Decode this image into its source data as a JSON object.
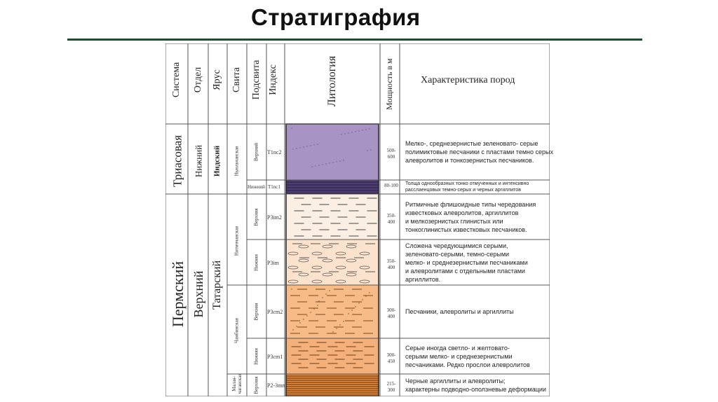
{
  "title": "Стратиграфия",
  "header": {
    "system": "Система",
    "division": "Отдел",
    "stage": "Ярус",
    "suite": "Свита",
    "subsuite": "Подсвита",
    "index": "Индекс",
    "lithology": "Литология",
    "thickness": "Мощность в м",
    "characteristic": "Характеристика пород"
  },
  "systems": [
    "Триасовая",
    "Пермский"
  ],
  "divisions": [
    "Нижний",
    "Верхний"
  ],
  "stages": [
    "Индский",
    "Татарский"
  ],
  "suites": [
    "Ньюльчанская",
    "Нитиччанская",
    "Чамбинская",
    "Малая-чаганская"
  ],
  "layers": [
    {
      "subsuite": "Верхний",
      "index": "T1nc2",
      "thickness": "500-600",
      "color": "#a894c4",
      "desc": [
        "Мелко-, среднезернистые зеленовато- серые",
        "полимиктовые песчаники с пластами темно серых",
        "алевролитов и тонкозернистых песчаников."
      ]
    },
    {
      "subsuite": "Нижний",
      "index": "T1nc1",
      "thickness": "80-100",
      "color": "#4d3d70",
      "desc": [
        "Толща однообразных тонко отмученных и интенсивно",
        "расслаенцовых темно-серых и черных аргиллитов"
      ]
    },
    {
      "subsuite": "Верхняя",
      "index": "P3im2",
      "thickness": "350-400",
      "color": "#fbefe3",
      "desc": [
        "Ритмичные флишоидные типы чередования",
        "известковых алевролитов, аргиллитов",
        "и мелкозернистых глинистых или",
        "тонкоглинистых известковых песчаников."
      ]
    },
    {
      "subsuite": "Нижняя",
      "index": "P3im",
      "thickness": "350-400",
      "color": "#fbe2cc",
      "desc": [
        "Сложена чередующимися серыми,",
        "зеленовато-серыми, темно-серыми",
        "мелко- и среднезернистыми песчаниками",
        "и алевролитами с отдельными пластами",
        "аргиллитов."
      ]
    },
    {
      "subsuite": "Верхняя",
      "index": "P3cm2",
      "thickness": "300-400",
      "color": "#f6bb86",
      "desc": [
        "Песчаники, алевролиты и аргиллиты"
      ]
    },
    {
      "subsuite": "Нижняя",
      "index": "P3cm1",
      "thickness": "300-450",
      "color": "#f3b07a",
      "desc": [
        "Серые иногда светло- и желтовато-",
        "серыми мелко- и среднезернистыми",
        "песчаниками. Редко прослои алевролитов"
      ]
    },
    {
      "subsuite": "Верхняя",
      "index": "P2-3mn",
      "thickness": "215-300",
      "color": "#e88c40",
      "desc": [
        "Черные аргиллиты и алевролиты;",
        "характерны подводно-оползневые деформации"
      ]
    }
  ]
}
